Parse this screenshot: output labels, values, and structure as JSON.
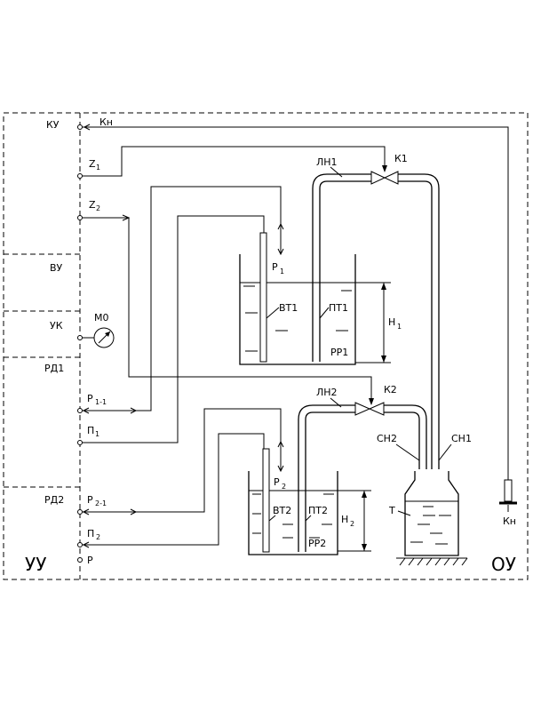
{
  "blocks": {
    "ky": "КУ",
    "vy": "ВУ",
    "yk": "УК",
    "rd1": "РД1",
    "rd2": "РД2",
    "yy": "УУ",
    "oy": "ОУ"
  },
  "signals": {
    "kn_top": "Кн",
    "z1": "Z",
    "z1_sub": "1",
    "z2": "Z",
    "z2_sub": "2",
    "p1_1": "P",
    "p1_1_sub": "1-1",
    "pi1": "П",
    "pi1_sub": "1",
    "p2_1": "P",
    "p2_1_sub": "2-1",
    "pi2": "П",
    "pi2_sub": "2",
    "p": "P"
  },
  "gauge": "М0",
  "pipes": {
    "ln1": "ЛН1",
    "ln2": "ЛН2",
    "k1": "К1",
    "k2": "К2",
    "sn1": "СН1",
    "sn2": "СН2"
  },
  "tank1": {
    "p": "P",
    "p_sub": "1",
    "bt": "ВТ1",
    "pt": "ПТ1",
    "h": "H",
    "h_sub": "1",
    "rr": "РР1"
  },
  "tank2": {
    "p": "P",
    "p_sub": "2",
    "bt": "ВТ2",
    "pt": "ПТ2",
    "h": "H",
    "h_sub": "2",
    "rr": "РР2"
  },
  "container": "Т",
  "button": "Кн"
}
